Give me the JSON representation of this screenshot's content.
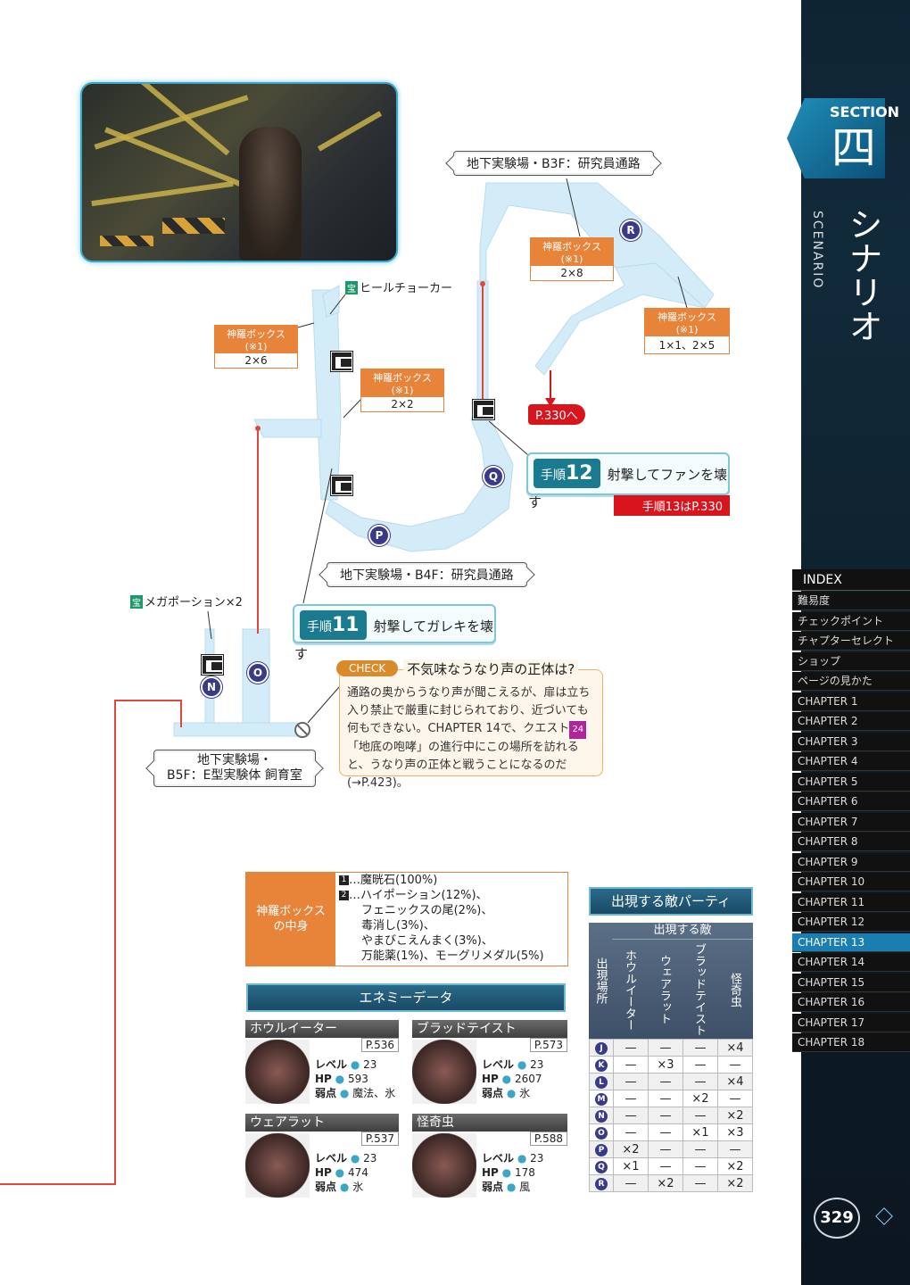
{
  "floors": {
    "b3f": "地下実験場・B3F：研究員通路",
    "b4f": "地下実験場・B4F：研究員通路",
    "b5f_line1": "地下実験場・",
    "b5f_line2": "B5F：E型実験体 飼育室"
  },
  "chests": [
    {
      "title": "神羅ボックス(※1)",
      "content": "2×6"
    },
    {
      "title": "神羅ボックス(※1)",
      "content": "2×2"
    },
    {
      "title": "神羅ボックス(※1)",
      "content": "2×8"
    },
    {
      "title": "神羅ボックス(※1)",
      "content": "1×1、2×5"
    }
  ],
  "treasures": {
    "icon": "宝",
    "heal": "ヒールチョーカー",
    "mega": "メガポーション×2"
  },
  "markers": [
    "N",
    "O",
    "P",
    "Q",
    "R"
  ],
  "steps": {
    "label": "手順",
    "s11_num": "11",
    "s11_text": "射撃してガレキを壊す",
    "s12_num": "12",
    "s12_text": "射撃してファンを壊す",
    "s13_note": "手順13はP.330"
  },
  "goto": "P.330へ",
  "check": {
    "tag": "CHECK",
    "title": "不気味なうなり声の正体は?",
    "body1": "通路の奥からうなり声が聞こえるが、扉は立ち入り禁止で厳重に封じられており、近づいても何もできない。CHAPTER 14で、クエスト",
    "quest": "24",
    "body2": "「地底の咆哮」の進行中にこの場所を訪れると、うなり声の正体と戦うことになるのだ(→P.423)。"
  },
  "box_contents": {
    "label_line1": "神羅ボックス",
    "label_line2": "の中身",
    "items": [
      {
        "num": "1",
        "text": "…魔晄石(100%)"
      },
      {
        "num": "2",
        "text": "…ハイポーション(12%)、"
      },
      {
        "num": "",
        "text": "フェニックスの尾(2%)、"
      },
      {
        "num": "",
        "text": "毒消し(3%)、"
      },
      {
        "num": "",
        "text": "やまびこえんまく(3%)、"
      },
      {
        "num": "",
        "text": "万能薬(1%)、モーグリメダル(5%)"
      }
    ]
  },
  "enemy_data": {
    "title": "エネミーデータ",
    "labels": {
      "level": "レベル",
      "hp": "HP",
      "weak": "弱点"
    },
    "enemies": [
      {
        "name": "ホウルイーター",
        "page": "P.536",
        "level": "23",
        "hp": "593",
        "weak": "魔法、氷"
      },
      {
        "name": "ブラッドテイスト",
        "page": "P.573",
        "level": "23",
        "hp": "2607",
        "weak": "氷"
      },
      {
        "name": "ウェアラット",
        "page": "P.537",
        "level": "23",
        "hp": "474",
        "weak": "氷"
      },
      {
        "name": "怪奇虫",
        "page": "P.588",
        "level": "23",
        "hp": "178",
        "weak": "風"
      }
    ]
  },
  "party": {
    "title": "出現する敵パーティ",
    "enemies_header": "出現する敵",
    "location_header": "出現場所",
    "columns": [
      "ホウルイーター",
      "ウェアラット",
      "ブラッドテイスト",
      "怪奇虫"
    ],
    "rows": [
      {
        "loc": "J",
        "v": [
          "—",
          "—",
          "—",
          "×4"
        ]
      },
      {
        "loc": "K",
        "v": [
          "—",
          "×3",
          "—",
          "—"
        ]
      },
      {
        "loc": "L",
        "v": [
          "—",
          "—",
          "—",
          "×4"
        ]
      },
      {
        "loc": "M",
        "v": [
          "—",
          "—",
          "×2",
          "—"
        ]
      },
      {
        "loc": "N",
        "v": [
          "—",
          "—",
          "—",
          "×2"
        ]
      },
      {
        "loc": "O",
        "v": [
          "—",
          "—",
          "×1",
          "×3"
        ]
      },
      {
        "loc": "P",
        "v": [
          "×2",
          "—",
          "—",
          "—"
        ]
      },
      {
        "loc": "Q",
        "v": [
          "×1",
          "—",
          "—",
          "×2"
        ]
      },
      {
        "loc": "R",
        "v": [
          "—",
          "×2",
          "—",
          "×2"
        ]
      }
    ]
  },
  "sidebar": {
    "section": "SECTION",
    "section_num": "四",
    "scenario_jp": "シナリオ",
    "scenario_en": "SCENARIO",
    "index_title": "INDEX",
    "items": [
      "難易度",
      "チェックポイント",
      "チャプターセレクト",
      "ショップ",
      "ページの見かた",
      "CHAPTER 1",
      "CHAPTER 2",
      "CHAPTER 3",
      "CHAPTER 4",
      "CHAPTER 5",
      "CHAPTER 6",
      "CHAPTER 7",
      "CHAPTER 8",
      "CHAPTER 9",
      "CHAPTER 10",
      "CHAPTER 11",
      "CHAPTER 12",
      "CHAPTER 13",
      "CHAPTER 14",
      "CHAPTER 15",
      "CHAPTER 16",
      "CHAPTER 17",
      "CHAPTER 18"
    ],
    "active_index": 17,
    "page_number": "329"
  },
  "colors": {
    "accent_orange": "#e8833a",
    "accent_red": "#d8141c",
    "accent_blue": "#1a7fb0",
    "map_floor": "#d4ecf8"
  }
}
